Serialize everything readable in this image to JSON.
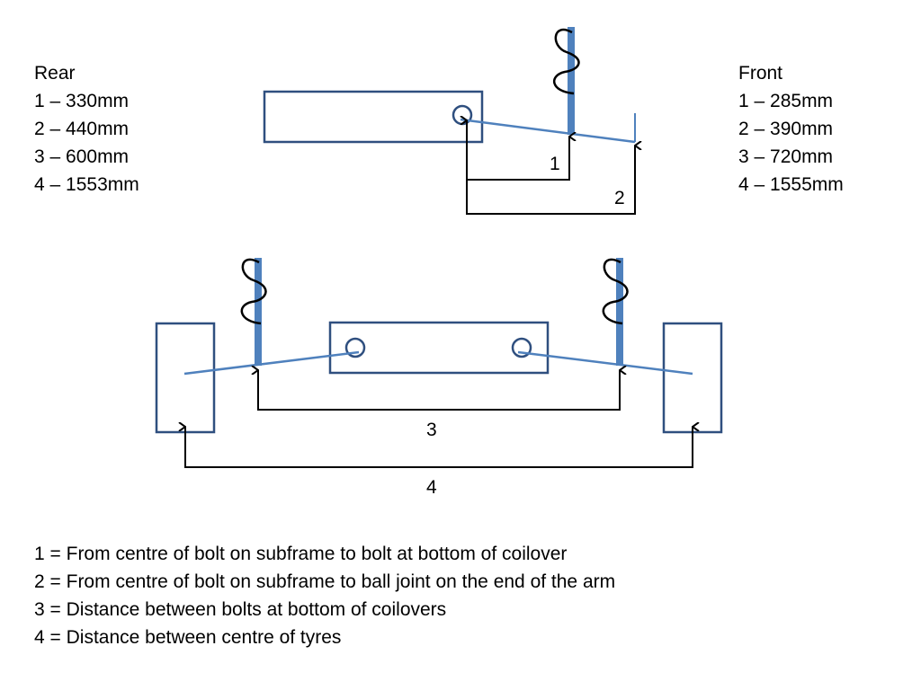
{
  "rear": {
    "heading": "Rear",
    "rows": [
      "1 – 330mm",
      "2 – 440mm",
      "3 – 600mm",
      "4 – 1553mm"
    ]
  },
  "front": {
    "heading": "Front",
    "rows": [
      "1 – 285mm",
      "2 – 390mm",
      "3 – 720mm",
      "4 – 1555mm"
    ]
  },
  "diagram": {
    "dim_labels": [
      "1",
      "2",
      "3",
      "4"
    ],
    "colors": {
      "part_stroke": "#2F4F7F",
      "arm": "#4F81BD",
      "spring": "#000000",
      "dimension": "#000000"
    }
  },
  "legend": {
    "items": [
      "1 = From centre of bolt on subframe to bolt at bottom of coilover",
      "2 = From centre of bolt on subframe to ball joint on the end of the arm",
      "3 = Distance between bolts at bottom of coilovers",
      "4 = Distance between centre of tyres"
    ]
  }
}
